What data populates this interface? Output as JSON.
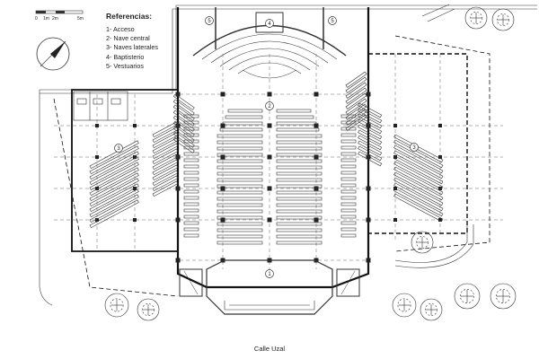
{
  "legend": {
    "title": "Referencias:",
    "items": [
      "1- Acceso",
      "2- Nave central",
      "3- Naves laterales",
      "4- Baptisterio",
      "5- Vestuarios"
    ]
  },
  "scale": {
    "labels": [
      "0",
      "1m",
      "2m",
      "5m"
    ]
  },
  "street_label": "Calle Uzal",
  "markers": [
    "1",
    "2",
    "3",
    "3",
    "4",
    "5",
    "5"
  ]
}
